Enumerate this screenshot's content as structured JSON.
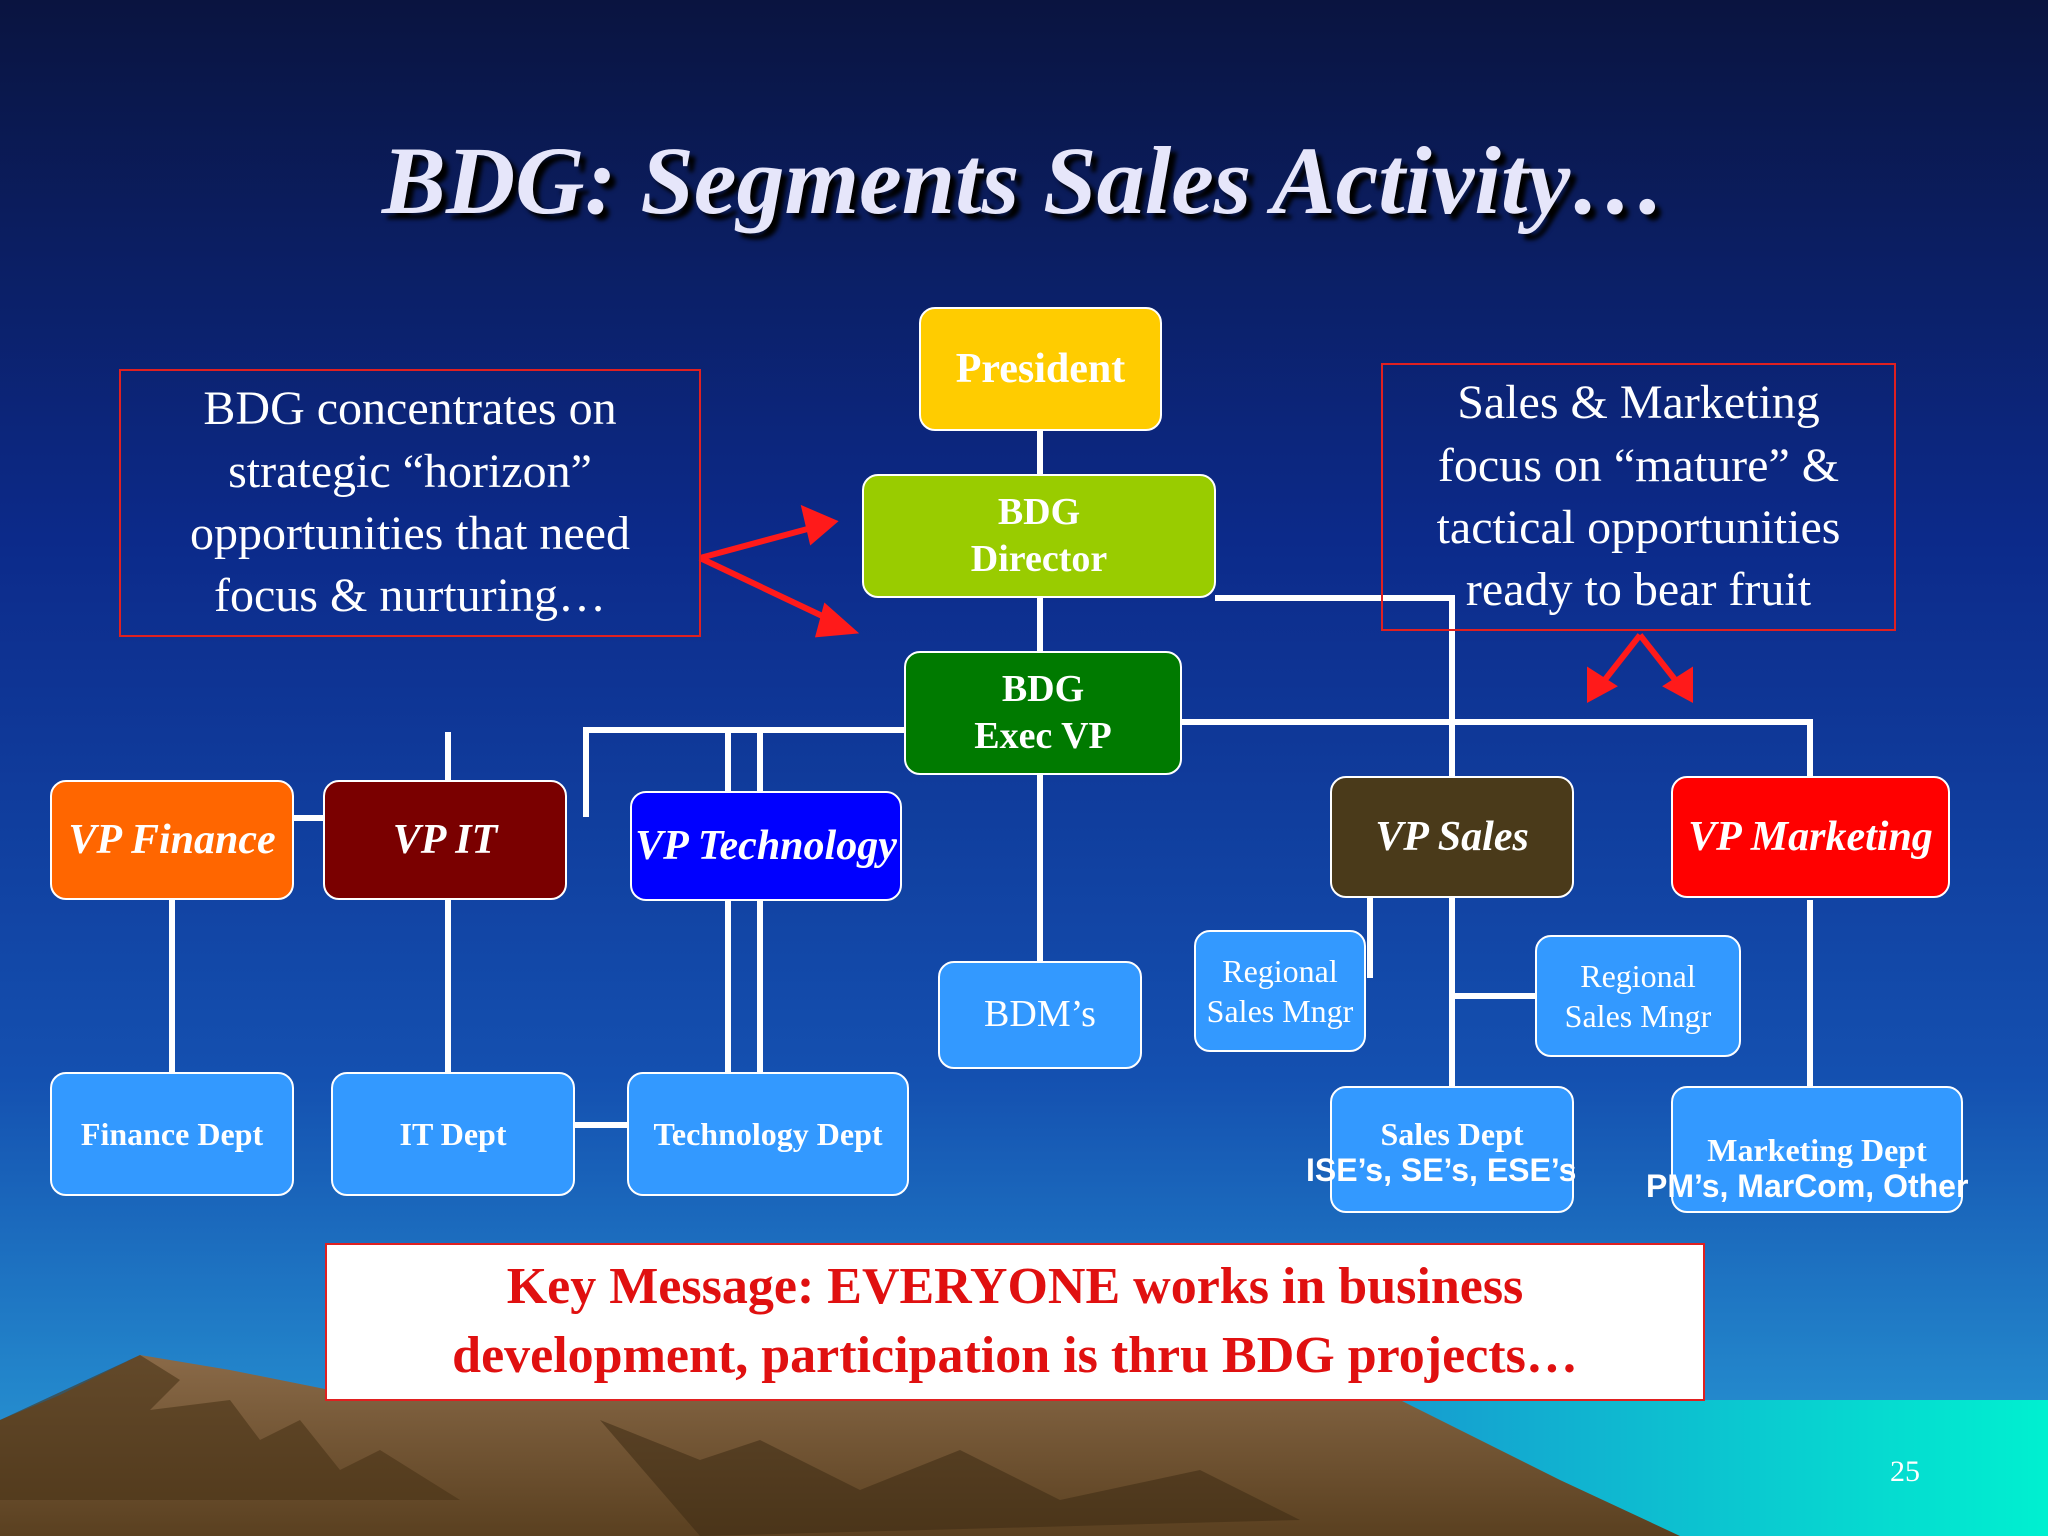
{
  "slide": {
    "title": "BDG: Segments Sales Activity…",
    "page_number": "25"
  },
  "notes": {
    "left": {
      "line1": "BDG concentrates on",
      "line2": "strategic “horizon”",
      "line3": "opportunities that need",
      "line4": "focus & nurturing…"
    },
    "right": {
      "line1": "Sales & Marketing",
      "line2": "focus on “mature” &",
      "line3": "tactical opportunities",
      "line4": "ready to bear fruit"
    }
  },
  "org": {
    "president": "President",
    "bdg_director": {
      "line1": "BDG",
      "line2": "Director"
    },
    "bdg_exec_vp": {
      "line1": "BDG",
      "line2": "Exec VP"
    },
    "vp_finance": "VP Finance",
    "vp_it": "VP IT",
    "vp_technology": "VP Technology",
    "vp_sales": "VP Sales",
    "vp_marketing": "VP Marketing",
    "bdms": "BDM’s",
    "regional_left": {
      "line1": "Regional",
      "line2": "Sales Mngr"
    },
    "regional_right": {
      "line1": "Regional",
      "line2": "Sales Mngr"
    },
    "finance_dept": "Finance Dept",
    "it_dept": "IT Dept",
    "technology_dept": "Technology Dept",
    "sales_dept": "Sales Dept",
    "sales_dept_sub": "ISE’s, SE’s, ESE’s",
    "marketing_dept": "Marketing Dept",
    "marketing_dept_sub": "PM’s, MarCom, Other"
  },
  "key_message": {
    "line1": "Key Message: EVERYONE works in business",
    "line2": "development, participation is thru BDG projects…"
  },
  "colors": {
    "president": "#ffcc00",
    "bdg_director": "#99cc00",
    "bdg_exec_vp": "#007a00",
    "vp_finance": "#ff6600",
    "vp_it": "#7a0000",
    "vp_technology": "#0000ff",
    "vp_sales": "#4a3a1a",
    "vp_marketing": "#ff0000",
    "dept": "#3399ff",
    "note_border": "#e02020",
    "arrow": "#ff1a1a"
  }
}
